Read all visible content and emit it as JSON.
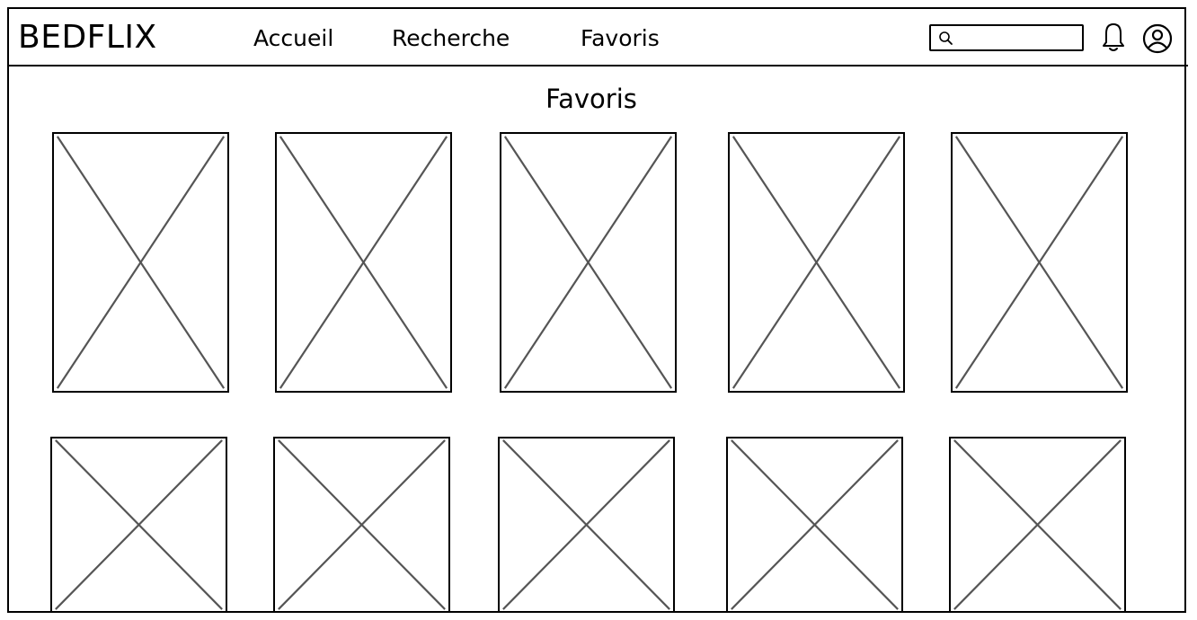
{
  "app": {
    "logo": "BEDFLIX"
  },
  "nav": {
    "items": [
      {
        "label": "Accueil"
      },
      {
        "label": "Recherche"
      },
      {
        "label": "Favoris"
      }
    ]
  },
  "search": {
    "value": "",
    "placeholder": ""
  },
  "icons": {
    "search": "search-icon",
    "notifications": "bell-icon",
    "profile": "user-circle-icon",
    "placeholder": "image-placeholder-icon"
  },
  "page": {
    "title": "Favoris"
  },
  "favorites": {
    "row_count": 2,
    "items_per_row": 5
  },
  "colors": {
    "stroke": "#000000",
    "placeholder_cross": "#555555",
    "background": "#ffffff"
  }
}
